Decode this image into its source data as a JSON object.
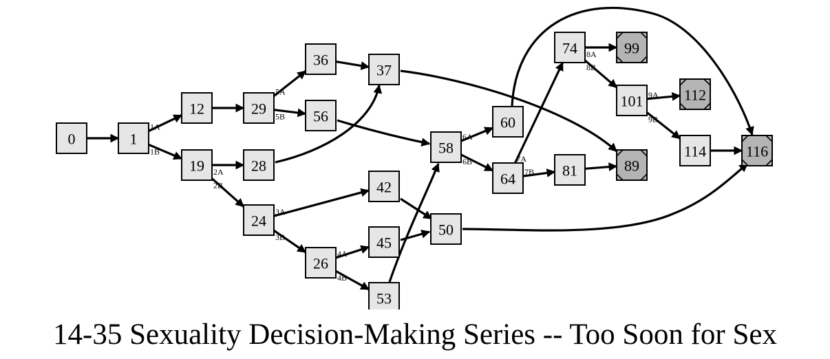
{
  "title": "14-35 Sexuality Decision-Making Series -- Too Soon for Sex",
  "colors": {
    "node_fill": "#e6e6e6",
    "ending_fill": "#b4b4b4",
    "stroke": "#000000"
  },
  "nodes": [
    {
      "id": "0",
      "kind": "page"
    },
    {
      "id": "1",
      "kind": "page"
    },
    {
      "id": "12",
      "kind": "page"
    },
    {
      "id": "19",
      "kind": "page"
    },
    {
      "id": "29",
      "kind": "page"
    },
    {
      "id": "28",
      "kind": "page"
    },
    {
      "id": "24",
      "kind": "page"
    },
    {
      "id": "36",
      "kind": "page"
    },
    {
      "id": "56",
      "kind": "page"
    },
    {
      "id": "37",
      "kind": "page"
    },
    {
      "id": "42",
      "kind": "page"
    },
    {
      "id": "26",
      "kind": "page"
    },
    {
      "id": "45",
      "kind": "page"
    },
    {
      "id": "53",
      "kind": "page"
    },
    {
      "id": "50",
      "kind": "page"
    },
    {
      "id": "58",
      "kind": "page"
    },
    {
      "id": "60",
      "kind": "page"
    },
    {
      "id": "64",
      "kind": "page"
    },
    {
      "id": "74",
      "kind": "page"
    },
    {
      "id": "81",
      "kind": "page"
    },
    {
      "id": "101",
      "kind": "page"
    },
    {
      "id": "114",
      "kind": "page"
    },
    {
      "id": "99",
      "kind": "ending"
    },
    {
      "id": "112",
      "kind": "ending"
    },
    {
      "id": "89",
      "kind": "ending"
    },
    {
      "id": "116",
      "kind": "ending"
    }
  ],
  "edges": [
    {
      "from": "0",
      "to": "1",
      "label": ""
    },
    {
      "from": "1",
      "to": "12",
      "label": "1A"
    },
    {
      "from": "1",
      "to": "19",
      "label": "1B"
    },
    {
      "from": "12",
      "to": "29",
      "label": ""
    },
    {
      "from": "19",
      "to": "28",
      "label": "2A"
    },
    {
      "from": "19",
      "to": "24",
      "label": "2B"
    },
    {
      "from": "29",
      "to": "36",
      "label": "5A"
    },
    {
      "from": "29",
      "to": "56",
      "label": "5B"
    },
    {
      "from": "28",
      "to": "37",
      "label": ""
    },
    {
      "from": "36",
      "to": "37",
      "label": ""
    },
    {
      "from": "24",
      "to": "42",
      "label": "3A"
    },
    {
      "from": "24",
      "to": "26",
      "label": "3B"
    },
    {
      "from": "26",
      "to": "45",
      "label": "4A"
    },
    {
      "from": "26",
      "to": "53",
      "label": "4B"
    },
    {
      "from": "42",
      "to": "50",
      "label": ""
    },
    {
      "from": "45",
      "to": "50",
      "label": ""
    },
    {
      "from": "53",
      "to": "58",
      "label": ""
    },
    {
      "from": "56",
      "to": "58",
      "label": ""
    },
    {
      "from": "37",
      "to": "89",
      "label": ""
    },
    {
      "from": "58",
      "to": "60",
      "label": "6A"
    },
    {
      "from": "58",
      "to": "64",
      "label": "6B"
    },
    {
      "from": "64",
      "to": "74",
      "label": "7A"
    },
    {
      "from": "64",
      "to": "81",
      "label": "7B"
    },
    {
      "from": "60",
      "to": "116",
      "label": ""
    },
    {
      "from": "50",
      "to": "116",
      "label": ""
    },
    {
      "from": "81",
      "to": "89",
      "label": ""
    },
    {
      "from": "74",
      "to": "99",
      "label": "8A"
    },
    {
      "from": "74",
      "to": "101",
      "label": "8B"
    },
    {
      "from": "101",
      "to": "112",
      "label": "9A"
    },
    {
      "from": "101",
      "to": "114",
      "label": "9B"
    },
    {
      "from": "114",
      "to": "116",
      "label": ""
    }
  ]
}
